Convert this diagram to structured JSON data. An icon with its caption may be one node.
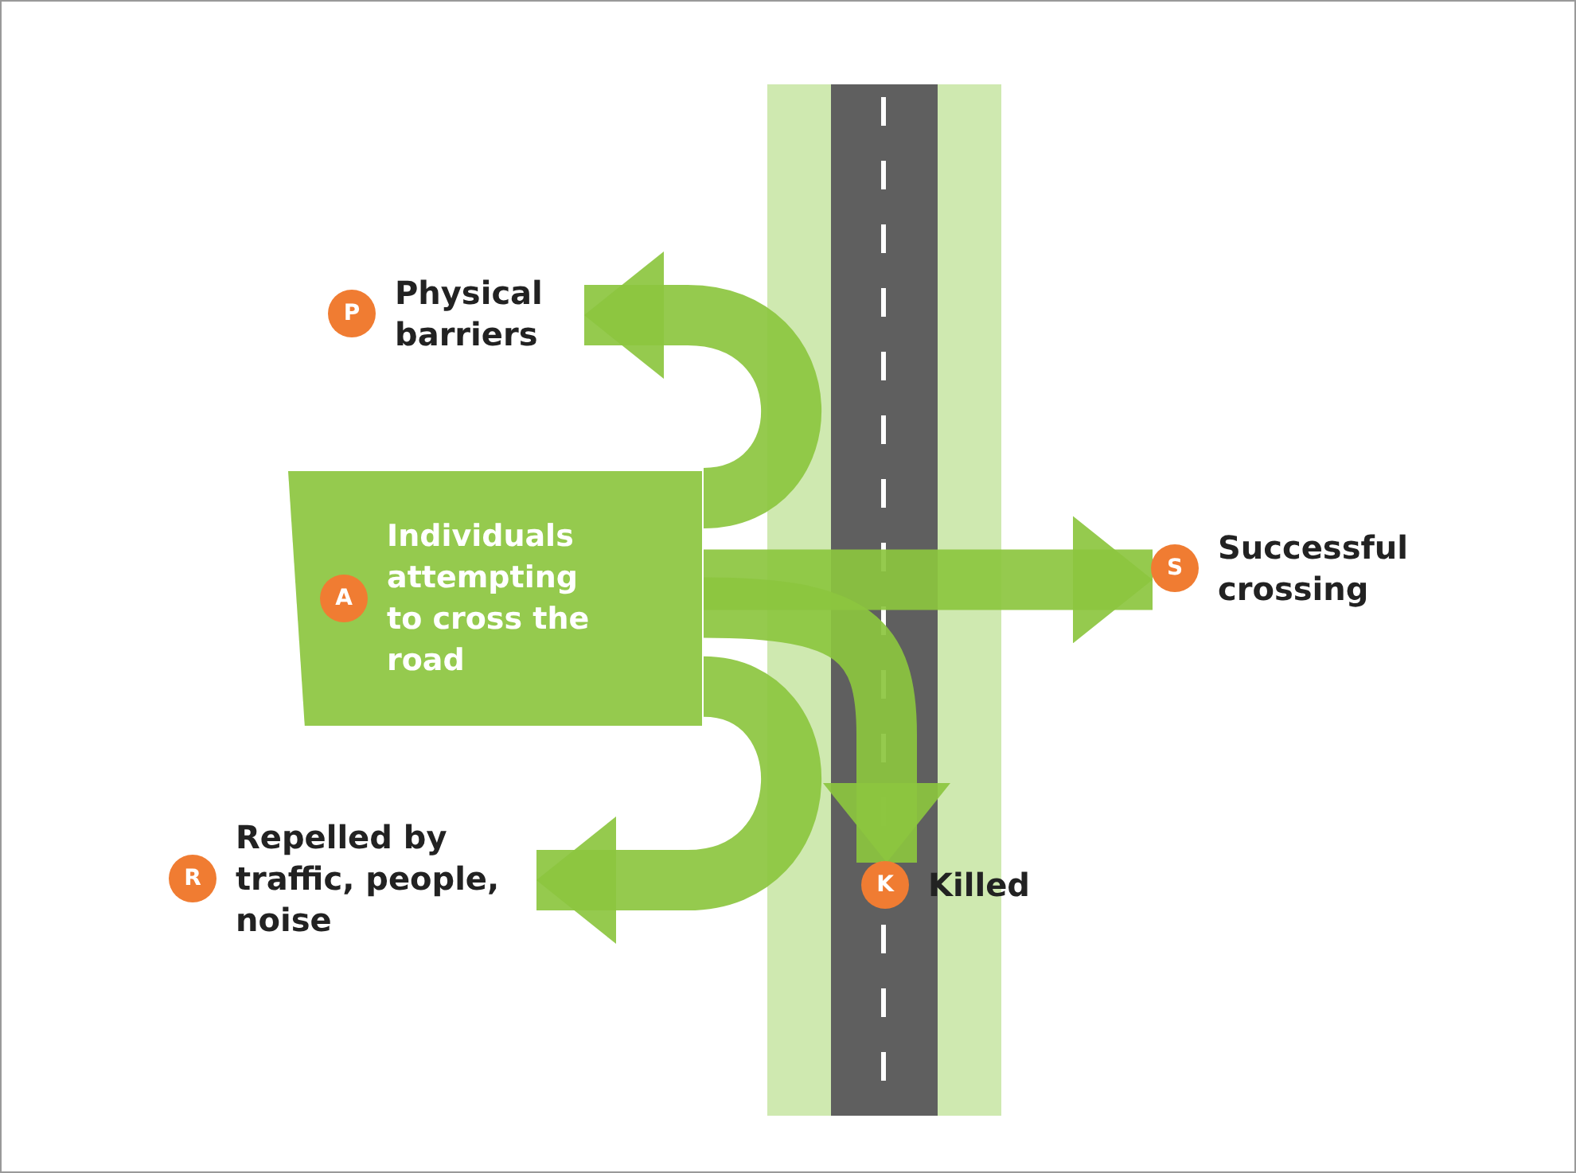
{
  "diagram": {
    "nodes": [
      {
        "text": [
          "A",
          "Individuals attempting to cross the road"
        ]
      },
      {
        "text": [
          "P"
        ],
        "beside": [
          "Physical barriers"
        ]
      },
      {
        "text": [
          "S"
        ],
        "beside": [
          "Successful crossing"
        ]
      },
      {
        "text": [
          "K"
        ],
        "beside": [
          "Killed"
        ]
      },
      {
        "text": [
          "R"
        ],
        "beside": [
          "Repelled by traffic, people, noise"
        ]
      }
    ],
    "edges": [
      {
        "from": 0,
        "to": 1,
        "arrow": "to"
      },
      {
        "from": 0,
        "to": 2,
        "arrow": "to"
      },
      {
        "from": 0,
        "to": 3,
        "arrow": "to"
      },
      {
        "from": 0,
        "to": 4,
        "arrow": "to"
      }
    ]
  }
}
